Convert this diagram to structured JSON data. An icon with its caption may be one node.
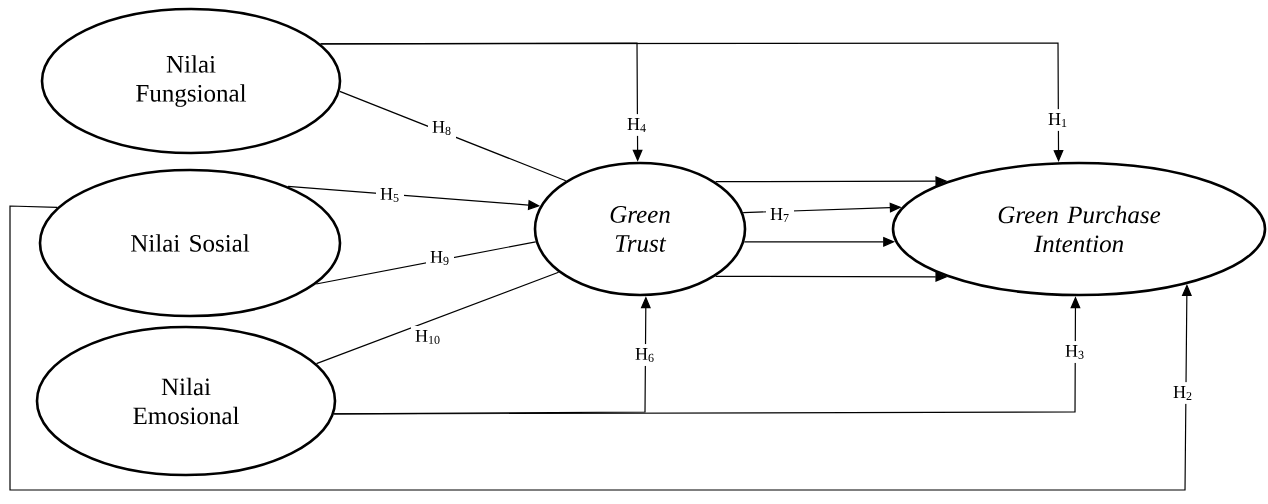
{
  "diagram": {
    "nodes": [
      {
        "text": [
          "Nilai Fungsional"
        ]
      },
      {
        "text": [
          "Nilai Sosial"
        ]
      },
      {
        "text": [
          "Nilai Emosional"
        ]
      },
      {
        "text": [
          "Green Trust"
        ]
      },
      {
        "text": [
          "Green Purchase Intention"
        ]
      }
    ],
    "edges": [
      {
        "from": 0,
        "to": 4,
        "arrow": "to",
        "label": "H$_{1}$"
      },
      {
        "from": 0,
        "to": 3,
        "arrow": "to",
        "label": "H$_{4}$"
      },
      {
        "from": 0,
        "to": 3,
        "arrow": "none",
        "label": "H$_{8}$"
      },
      {
        "from": 1,
        "to": 3,
        "arrow": "to",
        "label": "H$_{5}$"
      },
      {
        "from": 1,
        "to": 3,
        "arrow": "none",
        "label": "H$_{9}$"
      },
      {
        "from": 2,
        "to": 3,
        "arrow": "none",
        "label": "H$_{10}$"
      },
      {
        "from": 2,
        "to": 3,
        "arrow": "to",
        "label": "H$_{6}$"
      },
      {
        "from": 2,
        "to": 4,
        "arrow": "to",
        "label": "H$_{3}$"
      },
      {
        "from": 1,
        "to": 4,
        "arrow": "to",
        "label": "H$_{2}$"
      },
      {
        "from": 3,
        "to": 4,
        "arrow": "to"
      },
      {
        "from": 3,
        "to": 4,
        "arrow": "to",
        "label": "H$_{7}$"
      },
      {
        "from": 3,
        "to": 4,
        "arrow": "to"
      },
      {
        "from": 3,
        "to": 4,
        "arrow": "to"
      }
    ]
  }
}
